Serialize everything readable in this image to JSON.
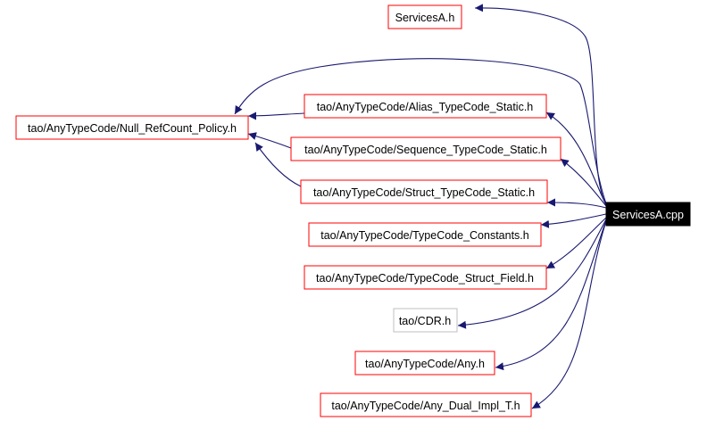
{
  "graph": {
    "colors": {
      "edge": "#191970",
      "node_border": "#ff0000",
      "external_border": "#bfbfbf",
      "root_fill": "#000000",
      "root_text": "#ffffff"
    },
    "nodes": {
      "root": "ServicesA.cpp",
      "services_a_h": "ServicesA.h",
      "null_refcount": "tao/AnyTypeCode/Null_RefCount_Policy.h",
      "alias_tc": "tao/AnyTypeCode/Alias_TypeCode_Static.h",
      "sequence_tc": "tao/AnyTypeCode/Sequence_TypeCode_Static.h",
      "struct_tc": "tao/AnyTypeCode/Struct_TypeCode_Static.h",
      "tc_constants": "tao/AnyTypeCode/TypeCode_Constants.h",
      "tc_struct_field": "tao/AnyTypeCode/TypeCode_Struct_Field.h",
      "cdr": "tao/CDR.h",
      "any": "tao/AnyTypeCode/Any.h",
      "any_dual": "tao/AnyTypeCode/Any_Dual_Impl_T.h"
    }
  }
}
